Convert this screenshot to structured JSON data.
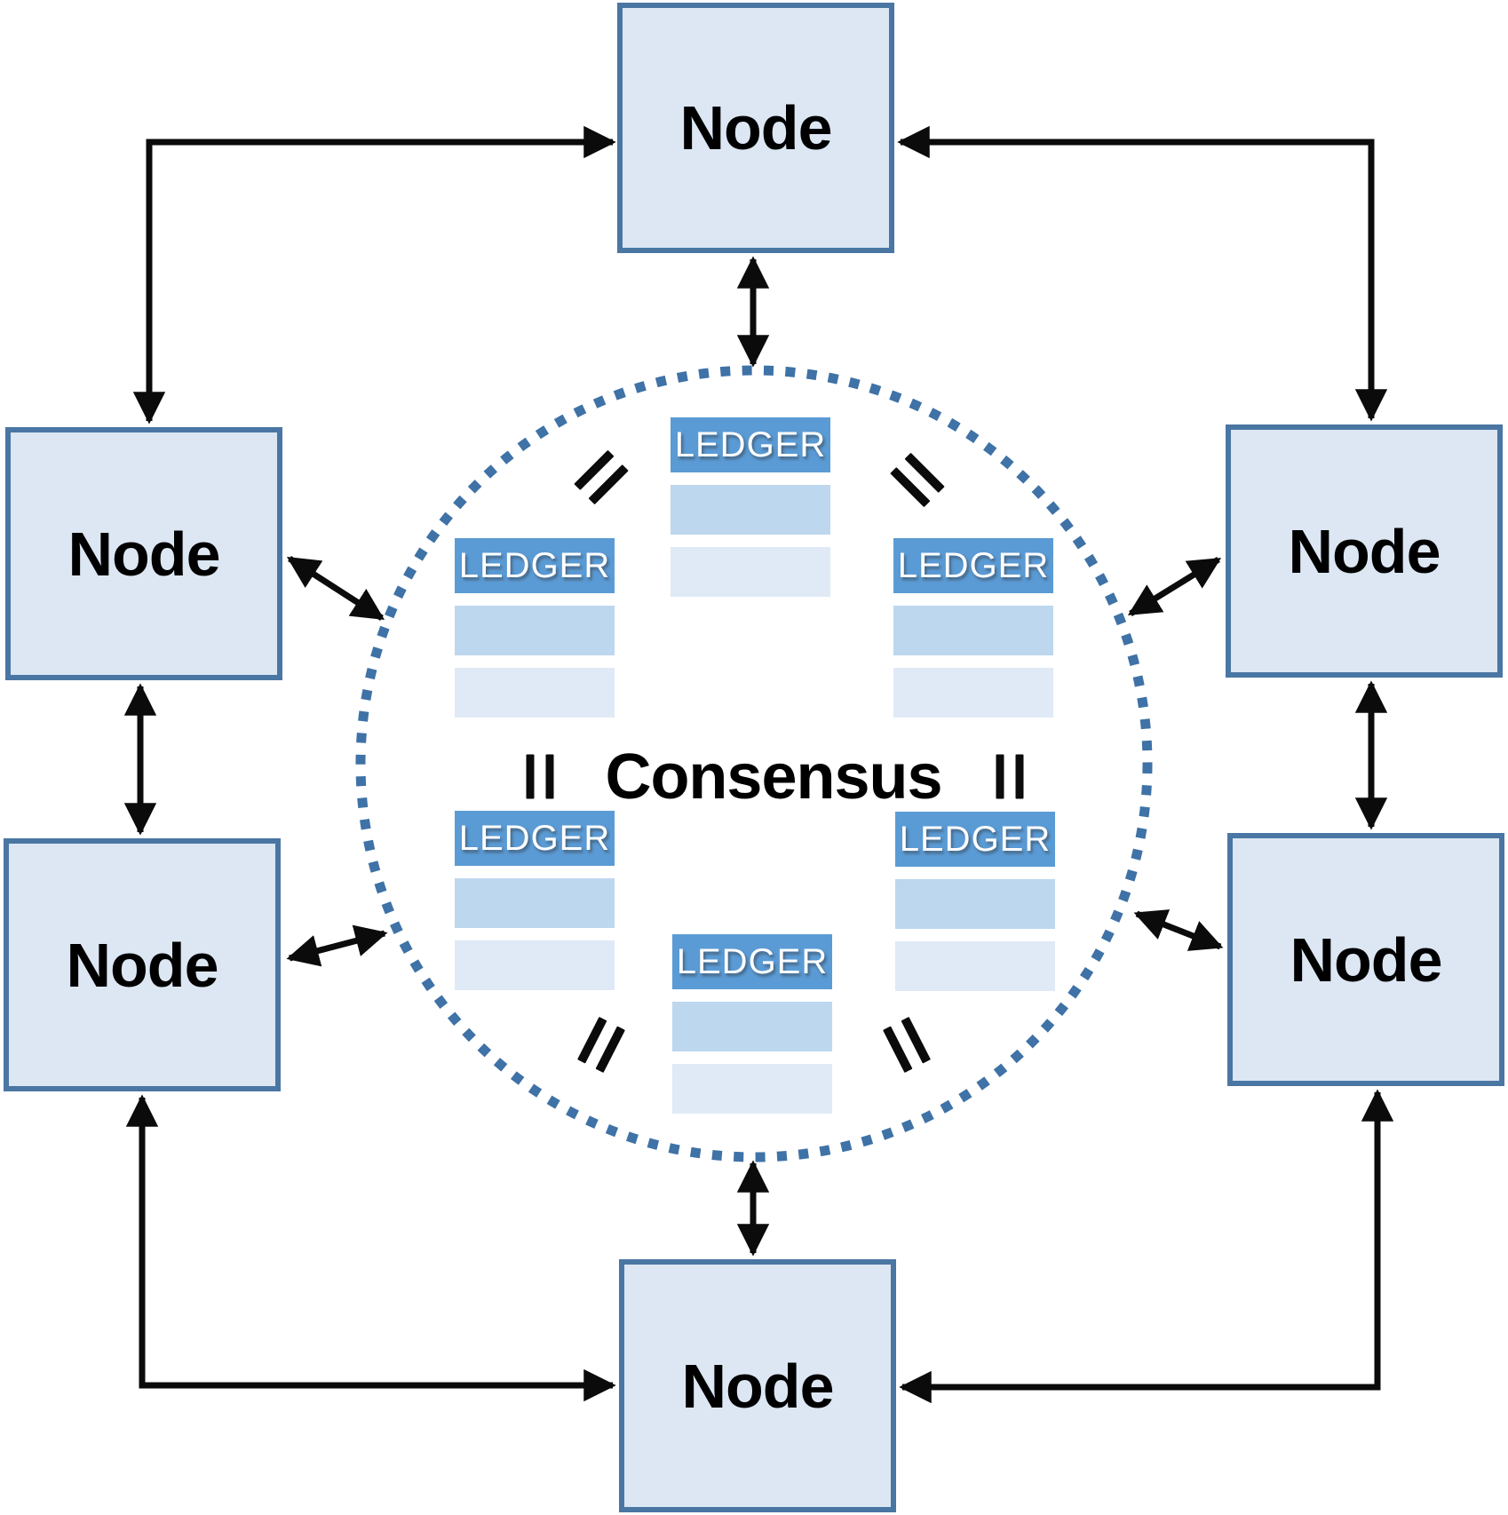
{
  "diagram": {
    "consensus_label": "Consensus",
    "nodes": [
      {
        "position": "top",
        "label": "Node"
      },
      {
        "position": "upper-left",
        "label": "Node"
      },
      {
        "position": "upper-right",
        "label": "Node"
      },
      {
        "position": "lower-left",
        "label": "Node"
      },
      {
        "position": "lower-right",
        "label": "Node"
      },
      {
        "position": "bottom",
        "label": "Node"
      }
    ],
    "ledgers": [
      {
        "position": "top-center",
        "label": "LEDGER"
      },
      {
        "position": "upper-left",
        "label": "LEDGER"
      },
      {
        "position": "upper-right",
        "label": "LEDGER"
      },
      {
        "position": "lower-left",
        "label": "LEDGER"
      },
      {
        "position": "lower-right",
        "label": "LEDGER"
      },
      {
        "position": "bottom-center",
        "label": "LEDGER"
      }
    ],
    "icons": {
      "equals-icon": "=",
      "parallel-equals-icon": "‖"
    },
    "colors": {
      "node-fill": "#dce7f3",
      "node-border": "#4a76a3",
      "ledger-header": "#5b9bd5",
      "ledger-row1": "#bdd7ee",
      "ledger-row2": "#dfeaf6",
      "circle-dot": "#3f72a6",
      "arrow": "#0b0b0b"
    }
  }
}
